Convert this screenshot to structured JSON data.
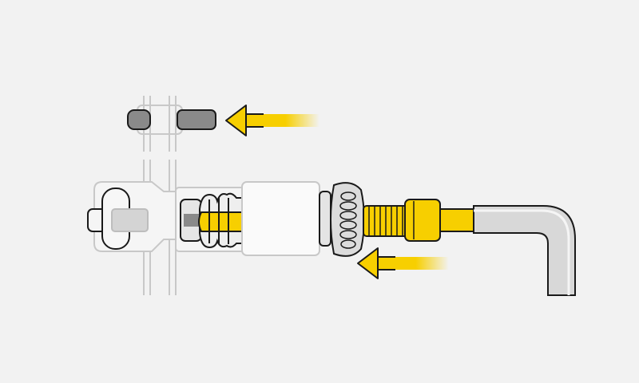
{
  "illustration": {
    "subject": "chain-tool-pin-removal",
    "colors": {
      "background": "#f2f2f2",
      "accent_yellow": "#f7cf00",
      "outline": "#1a1a1a",
      "ghost_outline": "#c8c8c8",
      "pin_grey": "#8a8a8a",
      "handle_grey": "#d8d8d8"
    },
    "arrows": [
      {
        "name": "pin-push-arrow",
        "direction": "left"
      },
      {
        "name": "screw-push-arrow",
        "direction": "left"
      }
    ]
  }
}
